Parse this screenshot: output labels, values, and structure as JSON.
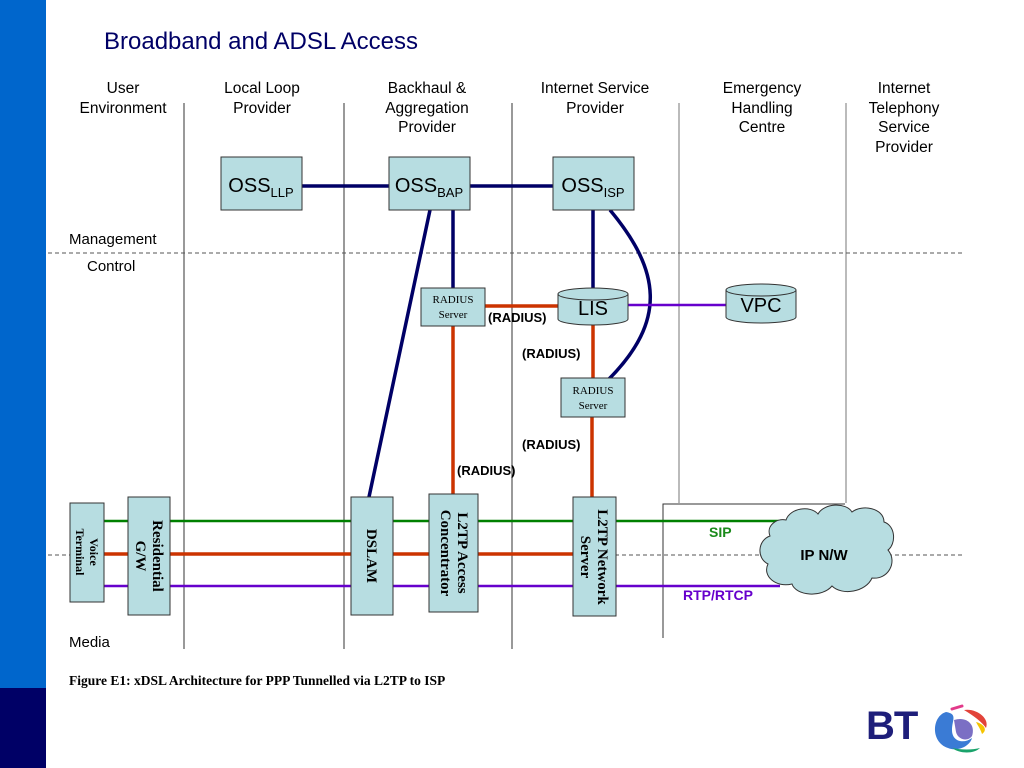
{
  "slide": {
    "title": "Broadband and ADSL Access",
    "caption": "Figure E1: xDSL Architecture for PPP Tunnelled via L2TP to ISP",
    "brand": "BT",
    "colors": {
      "sidebar_top": "#0066cc",
      "sidebar_bottom": "#000066",
      "title": "#000066",
      "node_fill": "#b7dde1",
      "management_link": "#000066",
      "radius_link": "#cc3300",
      "sip_link": "#008000",
      "rtp_link": "#6600cc"
    }
  },
  "columns": [
    {
      "label": "User Environment",
      "lines": [
        "User",
        "Environment"
      ]
    },
    {
      "label": "Local Loop Provider",
      "lines": [
        "Local Loop",
        "Provider"
      ]
    },
    {
      "label": "Backhaul & Aggregation Provider",
      "lines": [
        "Backhaul &",
        "Aggregation",
        "Provider"
      ]
    },
    {
      "label": "Internet Service Provider",
      "lines": [
        "Internet Service",
        "Provider"
      ]
    },
    {
      "label": "Emergency Handling Centre",
      "lines": [
        "Emergency",
        "Handling",
        "Centre"
      ]
    },
    {
      "label": "Internet Telephony Service Provider",
      "lines": [
        "Internet",
        "Telephony",
        "Service",
        "Provider"
      ]
    }
  ],
  "planes": {
    "management": "Management",
    "control": "Control",
    "media": "Media"
  },
  "nodes": {
    "oss_llp": {
      "main": "OSS",
      "sub": "LLP"
    },
    "oss_bap": {
      "main": "OSS",
      "sub": "BAP"
    },
    "oss_isp": {
      "main": "OSS",
      "sub": "ISP"
    },
    "radius_bap": {
      "line1": "RADIUS",
      "line2": "Server"
    },
    "radius_isp": {
      "line1": "RADIUS",
      "line2": "Server"
    },
    "lis": "LIS",
    "vpc": "VPC",
    "voice_terminal": {
      "line1": "Voice",
      "line2": "Terminal"
    },
    "residential_gw": {
      "line1": "Residential",
      "line2": "G/W"
    },
    "dslam": "DSLAM",
    "l2tp_lac": {
      "line1": "L2TP Access",
      "line2": "Concentrator"
    },
    "l2tp_lns": {
      "line1": "L2TP Network",
      "line2": "Server"
    },
    "ip_network": "IP N/W"
  },
  "link_labels": {
    "radius_bap_lis": "(RADIUS)",
    "radius_lis_isp": "(RADIUS)",
    "radius_isp_lns": "(RADIUS)",
    "radius_bap_lac": "(RADIUS)",
    "sip": "SIP",
    "rtp": "RTP/RTCP"
  }
}
